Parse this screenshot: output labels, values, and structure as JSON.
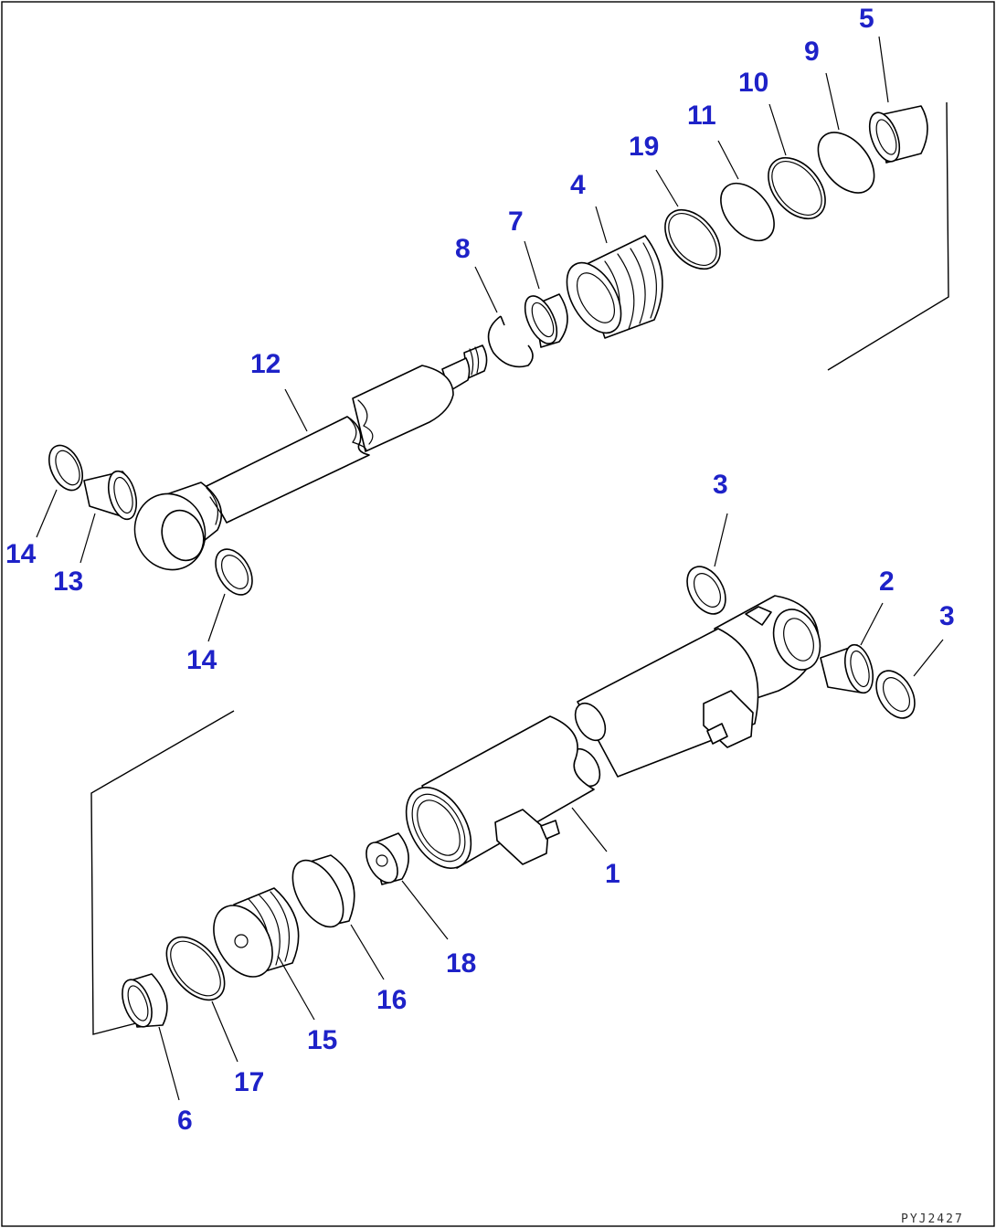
{
  "diagram": {
    "drawing_code": "PYJ2427",
    "callout_color": "#1e22c8",
    "callouts": [
      {
        "key": "c5",
        "label": "5"
      },
      {
        "key": "c9",
        "label": "9"
      },
      {
        "key": "c10",
        "label": "10"
      },
      {
        "key": "c11",
        "label": "11"
      },
      {
        "key": "c19",
        "label": "19"
      },
      {
        "key": "c4",
        "label": "4"
      },
      {
        "key": "c7",
        "label": "7"
      },
      {
        "key": "c8",
        "label": "8"
      },
      {
        "key": "c12",
        "label": "12"
      },
      {
        "key": "c14a",
        "label": "14"
      },
      {
        "key": "c13",
        "label": "13"
      },
      {
        "key": "c14b",
        "label": "14"
      },
      {
        "key": "c3a",
        "label": "3"
      },
      {
        "key": "c2",
        "label": "2"
      },
      {
        "key": "c3b",
        "label": "3"
      },
      {
        "key": "c1",
        "label": "1"
      },
      {
        "key": "c18",
        "label": "18"
      },
      {
        "key": "c16",
        "label": "16"
      },
      {
        "key": "c15",
        "label": "15"
      },
      {
        "key": "c17",
        "label": "17"
      },
      {
        "key": "c6",
        "label": "6"
      }
    ]
  }
}
